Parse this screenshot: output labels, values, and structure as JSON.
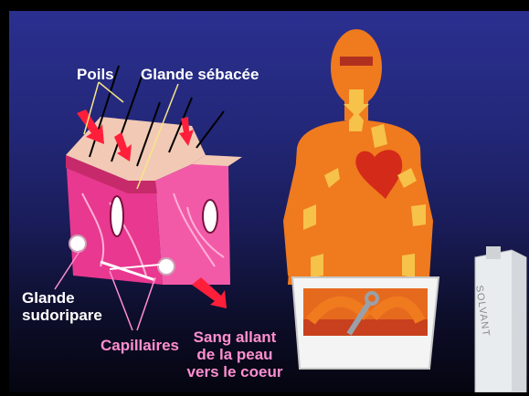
{
  "labels": {
    "poils": "Poils",
    "glande_sebacee": "Glande sébacée",
    "glande_sudoripare_line1": "Glande",
    "glande_sudoripare_line2": "sudoripare",
    "capillaires": "Capillaires",
    "sang_line1": "Sang allant",
    "sang_line2": "de la peau",
    "sang_line3": "vers le coeur",
    "solvant": "SOLVANT"
  },
  "colors": {
    "background_top": "#2b2f8f",
    "skin_pink": "#e8388f",
    "body_orange": "#f07a1e",
    "arrow_yellow": "#f6c24a",
    "label_white": "#ffffff",
    "label_pink": "#ff8fd0",
    "heart_red": "#d42a1a"
  }
}
